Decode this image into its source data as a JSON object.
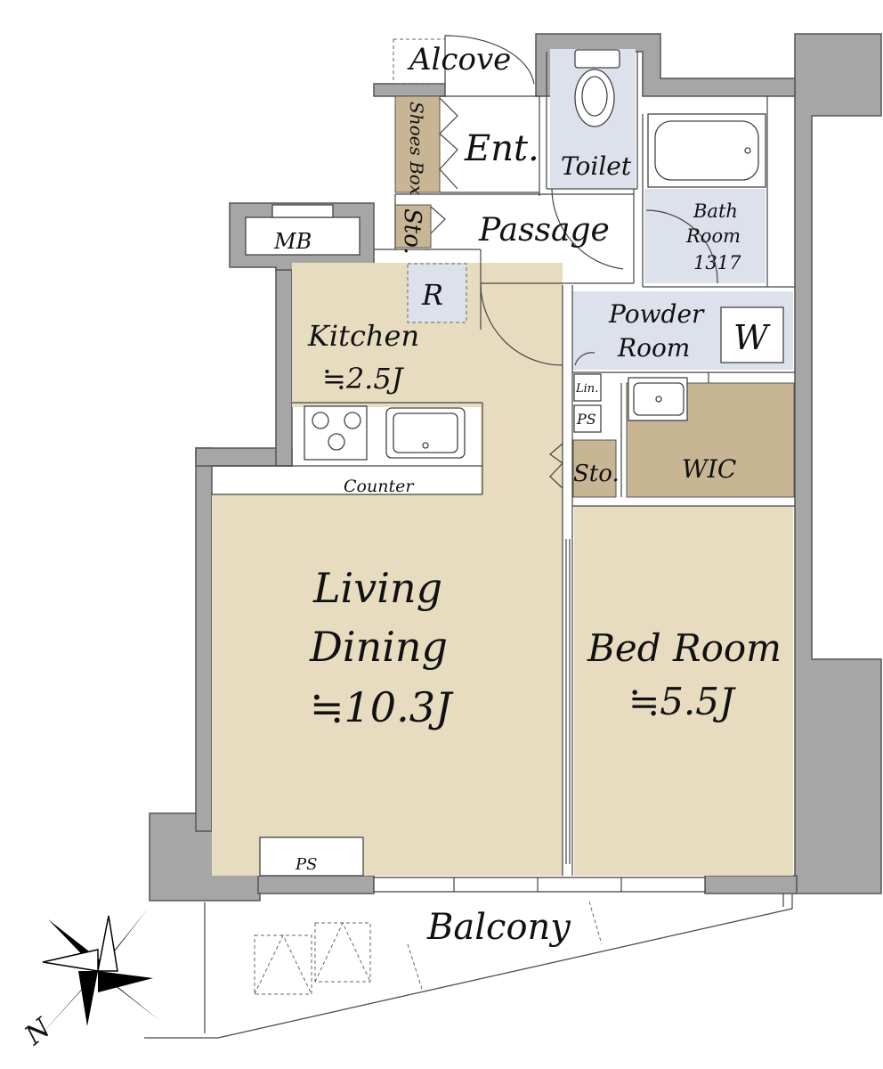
{
  "rooms": {
    "alcove": "Alcove",
    "shoes_box": "Shoes Box",
    "entrance": "Ent.",
    "toilet": "Toilet",
    "bath_room": "Bath",
    "bath_room_2": "Room",
    "bath_room_size": "1317",
    "storage_passage": "Sto.",
    "passage": "Passage",
    "mb": "MB",
    "refrigerator": "R",
    "kitchen": "Kitchen",
    "kitchen_size": "≒2.5J",
    "powder_room": "Powder",
    "powder_room_2": "Room",
    "washer": "W",
    "linen": "Lin.",
    "pipe_space_upper": "PS",
    "storage_bedroom": "Sto.",
    "wic": "WIC",
    "counter": "Counter",
    "living_dining_1": "Living",
    "living_dining_2": "Dining",
    "living_dining_size": "≒10.3J",
    "bed_room": "Bed Room",
    "bed_room_size": "≒5.5J",
    "pipe_space_lower": "PS",
    "balcony": "Balcony"
  },
  "compass": {
    "north_label": "N"
  },
  "colors": {
    "wall": "#a6a6a6",
    "living_floor": "#e8dcc0",
    "wet_area_floor": "#dde1ec",
    "storage_floor": "#c7b594"
  }
}
